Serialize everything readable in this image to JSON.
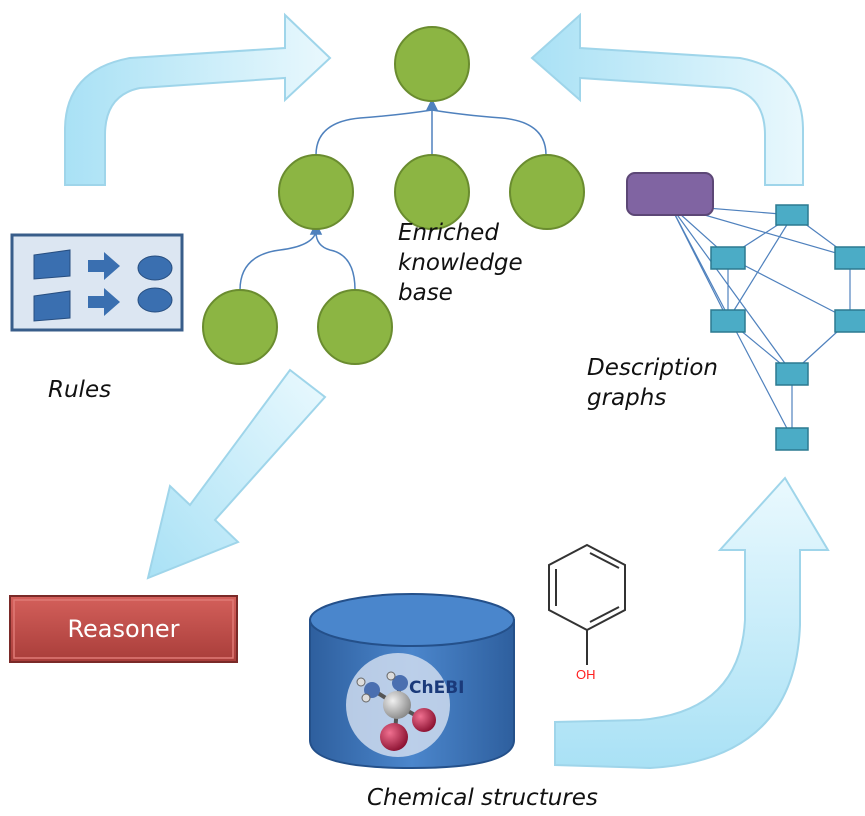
{
  "labels": {
    "enriched_kb": "Enriched\nknowledge\nbase",
    "rules": "Rules",
    "description_graphs": "Description\ngraphs",
    "chemical_structures": "Chemical structures",
    "reasoner": "Reasoner",
    "chebi": "ChEBI",
    "hydroxyl": "OH"
  },
  "colors": {
    "node_fill": "#8cb543",
    "node_stroke": "#6a8c2f",
    "arrow_fill": "#c9eefa",
    "arrow_stroke": "#9fd5ea",
    "reasoner_fill": "#c0504d",
    "database_fill": "#3a73b8",
    "graph_node_fill": "#4bacc6",
    "graph_edge": "#4f81bd",
    "purple_node": "#8064a2"
  },
  "icons": [
    "rules-icon",
    "database-icon",
    "molecule-icon",
    "phenol-structure-icon"
  ]
}
